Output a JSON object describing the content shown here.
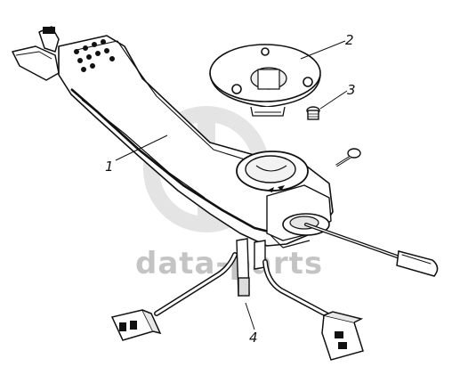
{
  "figure": {
    "callouts": [
      {
        "id": "part-1",
        "label": "1"
      },
      {
        "id": "part-2",
        "label": "2"
      },
      {
        "id": "part-3",
        "label": "3"
      },
      {
        "id": "part-4",
        "label": "4"
      }
    ],
    "watermark": {
      "text": "data-parts",
      "color": "#c4c4c4"
    },
    "colors": {
      "ink": "#111111",
      "paper": "#ffffff"
    }
  }
}
